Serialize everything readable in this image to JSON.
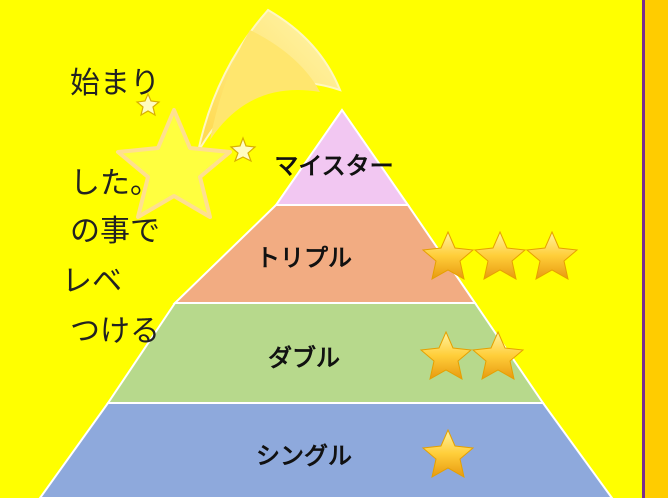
{
  "side_text": {
    "lines": [
      "始まり",
      "した。",
      "の事で",
      "レベ",
      "つける"
    ]
  },
  "pyramid": {
    "tiers": [
      {
        "label": "マイスター",
        "stars": 0,
        "color": "#f2c7f2"
      },
      {
        "label": "トリプル",
        "stars": 3,
        "color": "#f2ac82"
      },
      {
        "label": "ダブル",
        "stars": 2,
        "color": "#b7d98c"
      },
      {
        "label": "シングル",
        "stars": 1,
        "color": "#8ea9dc"
      }
    ]
  },
  "colors": {
    "background": "#ffff00",
    "star_fill": "#ffcc33",
    "panel_border": "#7a2c8f"
  }
}
